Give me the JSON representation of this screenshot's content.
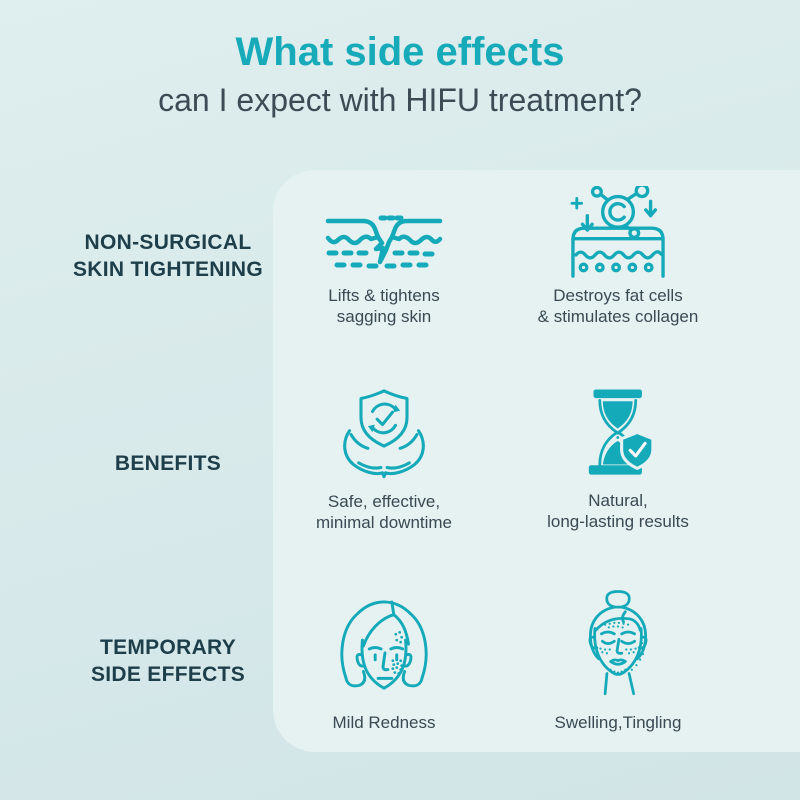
{
  "header": {
    "title": "What side effects",
    "subtitle": "can I expect with HIFU treatment?"
  },
  "palette": {
    "accent_teal": "#15aab9",
    "background": "#d7e9ea",
    "card": "#e6f1f1",
    "label_dark": "#1e3e4a",
    "caption_gray": "#3a4a53"
  },
  "sections": [
    {
      "label_lines": [
        "NON-SURGICAL",
        "SKIN TIGHTENING"
      ],
      "items": [
        {
          "icon": "skin-tightening-icon",
          "caption_lines": [
            "Lifts & tightens",
            "sagging skin"
          ]
        },
        {
          "icon": "fat-cells-collagen-icon",
          "caption_lines": [
            "Destroys fat cells",
            "& stimulates collagen"
          ]
        }
      ]
    },
    {
      "label_lines": [
        "BENEFITS"
      ],
      "items": [
        {
          "icon": "shield-hands-icon",
          "caption_lines": [
            "Safe, effective,",
            "minimal downtime"
          ]
        },
        {
          "icon": "hourglass-shield-icon",
          "caption_lines": [
            "Natural,",
            "long-lasting results"
          ]
        }
      ]
    },
    {
      "label_lines": [
        "TEMPORARY",
        "SIDE EFFECTS"
      ],
      "items": [
        {
          "icon": "face-redness-icon",
          "caption_lines": [
            "Mild Redness"
          ]
        },
        {
          "icon": "face-swelling-icon",
          "caption_lines": [
            "Swelling,Tingling"
          ]
        }
      ]
    }
  ]
}
